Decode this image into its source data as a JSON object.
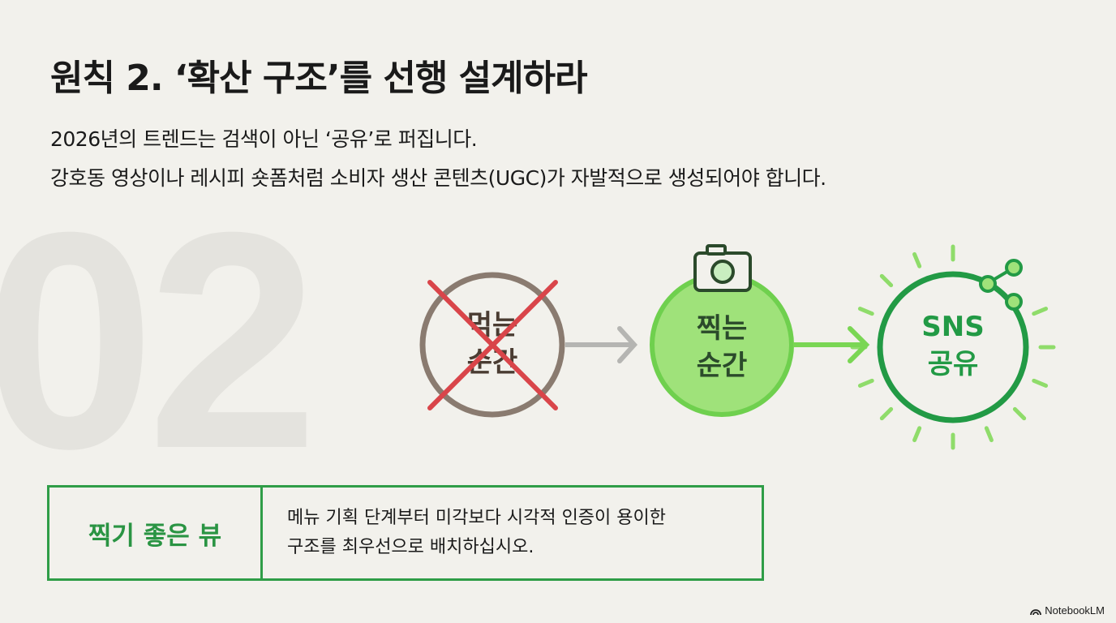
{
  "slide": {
    "title": "원칙 2. ‘확산 구조’를 선행 설계하라",
    "subtitle_lines": [
      "2026년의 트렌드는 검색이 아닌 ‘공유’로 퍼집니다.",
      "강호동 영상이나 레시피 숏폼처럼 소비자 생산 콘텐츠(UGC)가 자발적으로 생성되어야 합니다."
    ],
    "big_number": "02"
  },
  "flow": {
    "steps": [
      {
        "line1": "먹는",
        "line2": "순간",
        "state": "rejected",
        "icon": "cross-icon"
      },
      {
        "line1": "찍는",
        "line2": "순간",
        "state": "active",
        "icon": "camera-icon"
      },
      {
        "line1": "SNS",
        "line2": "공유",
        "state": "result",
        "icon": "share-icon"
      }
    ],
    "colors": {
      "rejected_ring": "#8a7b70",
      "cross": "#d9454a",
      "arrow_gray": "#b5b5b2",
      "green_fill": "#9fe27a",
      "green_ring": "#6fd04e",
      "dark_green": "#229a45",
      "ray": "#8fdc6a"
    }
  },
  "callout": {
    "label": "찍기 좋은 뷰",
    "description_lines": [
      "메뉴 기획 단계부터 미각보다 시각적 인증이 용이한",
      "구조를 최우선으로 배치하십시오."
    ]
  },
  "branding": {
    "name": "NotebookLM"
  }
}
